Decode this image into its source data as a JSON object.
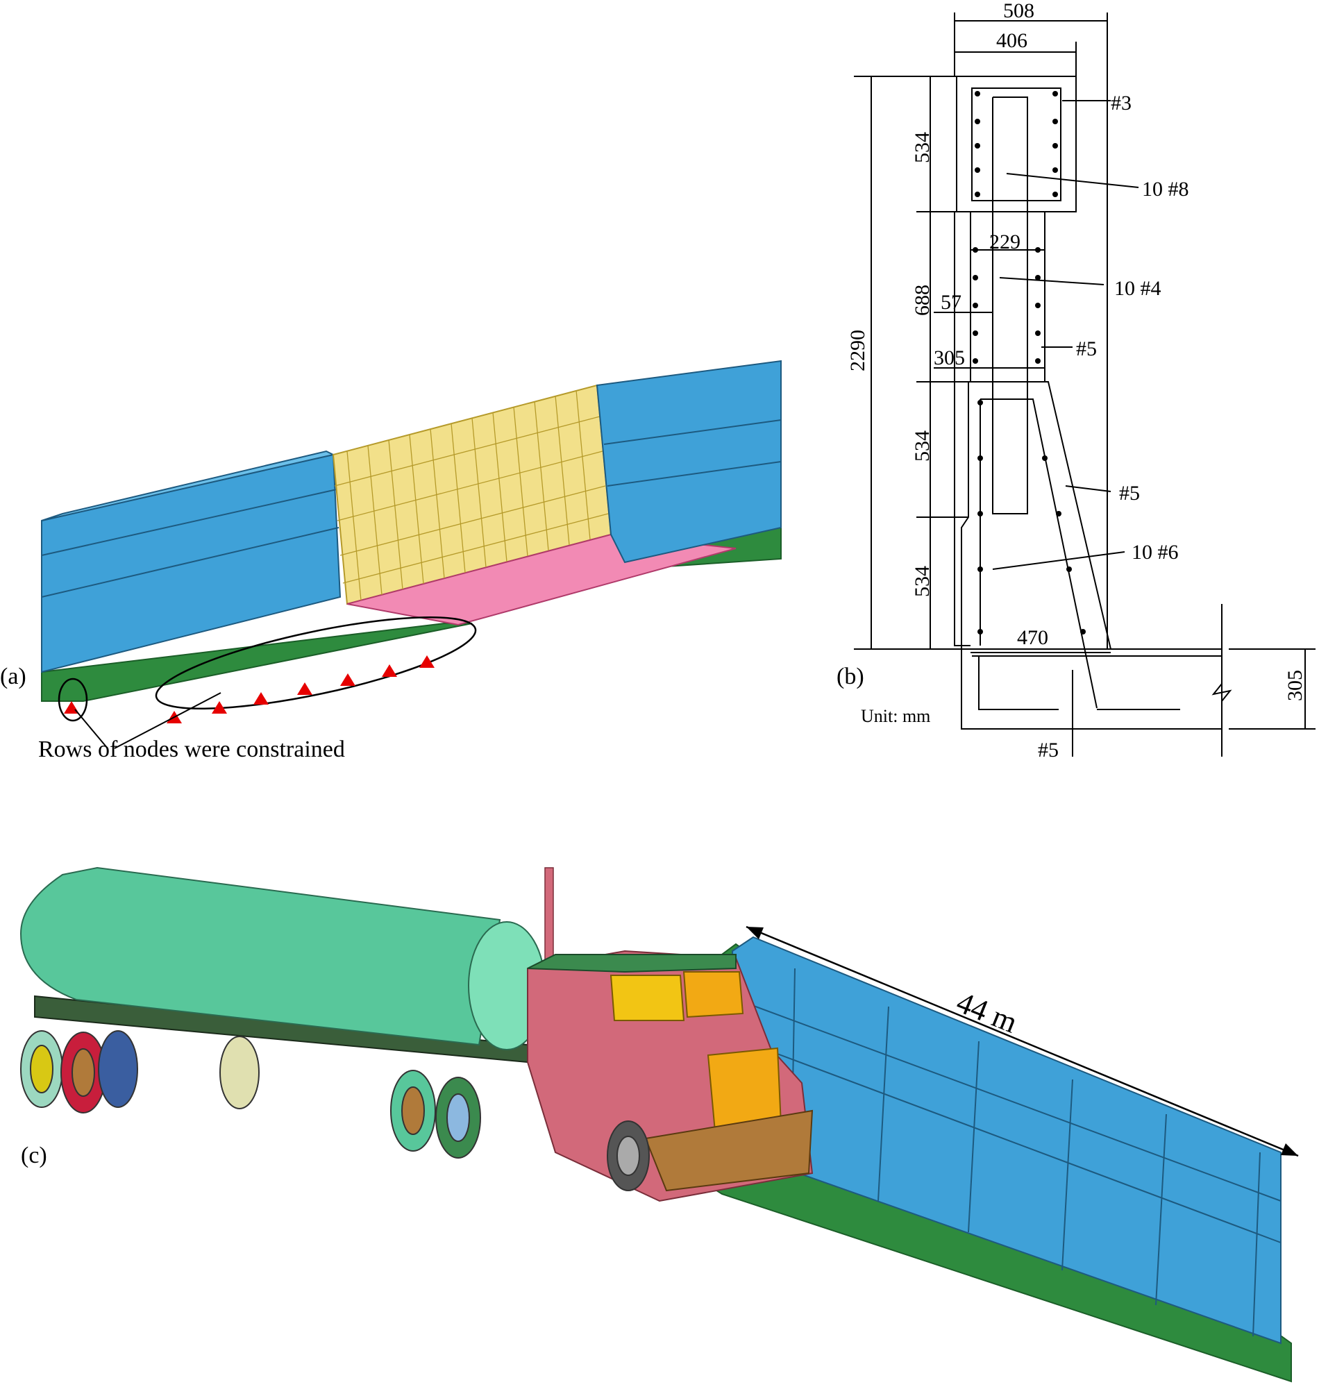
{
  "panels": {
    "a": {
      "label": "(a)",
      "annotation": "Rows of nodes were constrained"
    },
    "b": {
      "label": "(b)",
      "unit": "Unit: mm",
      "dimensions": {
        "top_width": "508",
        "cap_width": "406",
        "total_height": "2290",
        "h1": "534",
        "h2": "688",
        "h3": "534",
        "h4": "534",
        "web": "229",
        "cover": "57",
        "step": "305",
        "base_width": "470",
        "slab_thickness": "305"
      },
      "rebar": {
        "stirrup_top": "#3",
        "long_top": "10 #8",
        "long_mid": "10 #4",
        "stirrup_mid": "#5",
        "stirrup_low": "#5",
        "long_low": "10 #6",
        "slab_bar": "#5"
      }
    },
    "c": {
      "label": "(c)",
      "length": "44 m"
    }
  },
  "colors": {
    "barrier": "#3fa1d8",
    "ground": "#2e8b3e",
    "constraint": "#e60000",
    "rebar_mesh": "#f2e08a",
    "tank": "#58c79b",
    "cab": "#d2697a",
    "window": "#f2c514"
  }
}
